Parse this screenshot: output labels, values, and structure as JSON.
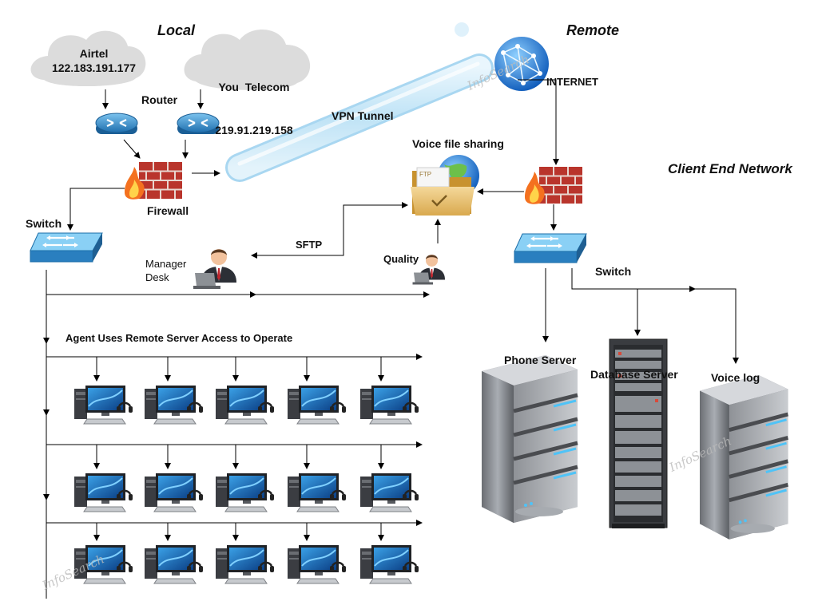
{
  "headers": {
    "local": "Local",
    "remote": "Remote",
    "client": "Client End Network"
  },
  "clouds": [
    {
      "name": "Airtel",
      "ip": "122.183.191.177"
    },
    {
      "name": "You  Telecom",
      "ip": "219.91.219.158"
    }
  ],
  "labels": {
    "router": "Router",
    "firewall": "Firewall",
    "switch_left": "Switch",
    "switch_right": "Switch",
    "vpn": "VPN Tunnel",
    "internet": "INTERNET",
    "voice_sharing": "Voice file sharing",
    "ftp": "FTP",
    "sftp": "SFTP",
    "manager_line1": "Manager",
    "manager_line2": "Desk",
    "quality": "Quality",
    "agent_caption": "Agent Uses Remote Server Access to Operate",
    "phone_server": "Phone Server",
    "database_server": "Database Server",
    "voice_log": "Voice log"
  },
  "watermark": "InfoSearch",
  "agent_grid": {
    "rows": 3,
    "columns": 5
  },
  "colors": {
    "device_blue": "#2f86c6",
    "firewall_red": "#b9352c",
    "line": "#000000"
  }
}
